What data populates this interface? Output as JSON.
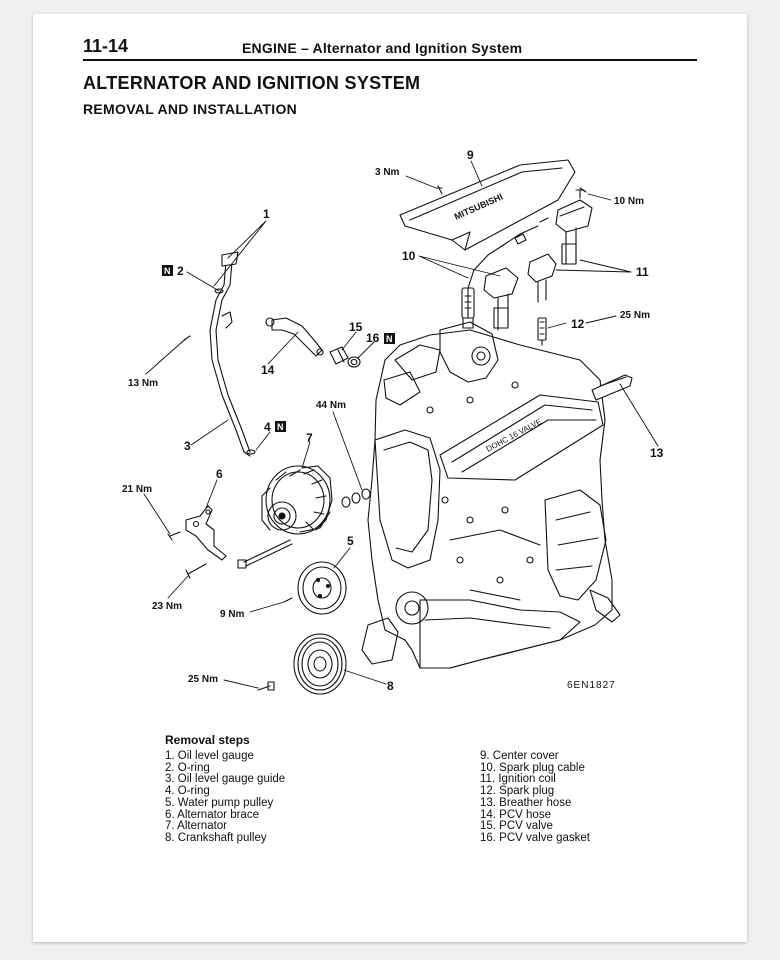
{
  "header": {
    "page_number": "11-14",
    "title": "ENGINE – Alternator and Ignition System"
  },
  "section": {
    "title": "ALTERNATOR AND IGNITION SYSTEM",
    "subtitle": "REMOVAL AND INSTALLATION"
  },
  "diagram": {
    "figure_code": "6EN1827",
    "cover_brand": "MITSUBISHI",
    "engine_brand": "DOHC 16 VALVE",
    "callouts": {
      "c1": "1",
      "c2": "2",
      "c3": "3",
      "c4": "4",
      "c5": "5",
      "c6": "6",
      "c7": "7",
      "c8": "8",
      "c9": "9",
      "c10": "10",
      "c11": "11",
      "c12": "12",
      "c13": "13",
      "c14": "14",
      "c15": "15",
      "c16": "16"
    },
    "torques": {
      "t3nm": "3 Nm",
      "t10nm": "10 Nm",
      "t25nm_plug": "25 Nm",
      "t13nm": "13 Nm",
      "t44nm": "44 Nm",
      "t21nm": "21 Nm",
      "t23nm": "23 Nm",
      "t9nm": "9 Nm",
      "t25nm_pulley": "25 Nm"
    },
    "new_part_marker": "N"
  },
  "removal_steps": {
    "heading": "Removal steps",
    "left": [
      "1. Oil level gauge",
      "2. O-ring",
      "3. Oil level gauge guide",
      "4. O-ring",
      "5. Water pump pulley",
      "6. Alternator brace",
      "7. Alternator",
      "8. Crankshaft pulley"
    ],
    "right": [
      "9. Center cover",
      "10. Spark plug cable",
      "11. Ignition coil",
      "12. Spark plug",
      "13. Breather hose",
      "14. PCV hose",
      "15. PCV valve",
      "16. PCV valve gasket"
    ]
  }
}
